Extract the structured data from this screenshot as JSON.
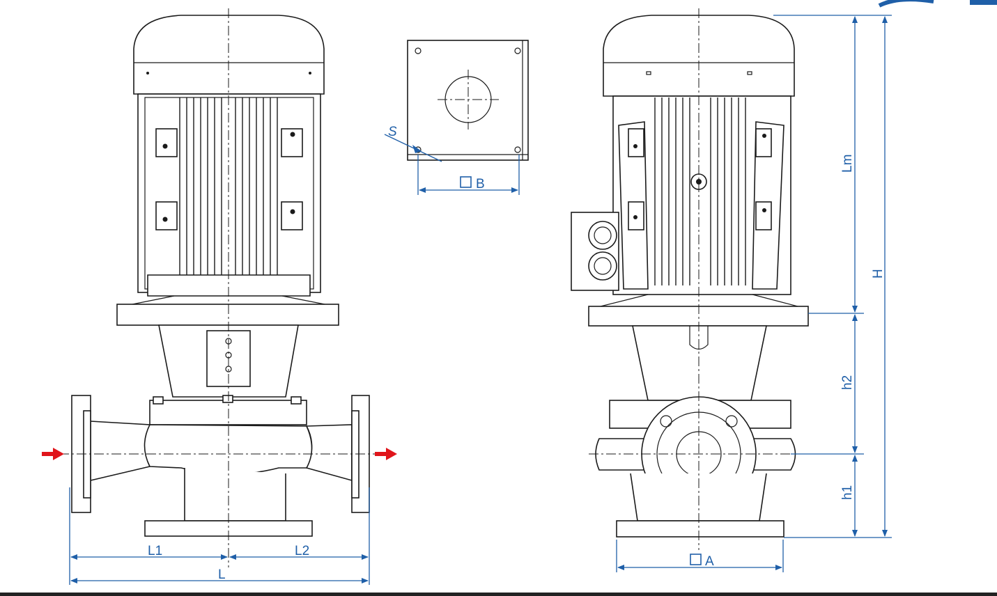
{
  "dimensions": {
    "L1": "L1",
    "L2": "L2",
    "L": "L",
    "A": "A",
    "B": "B",
    "S": "S",
    "Lm": "Lm",
    "H": "H",
    "h1": "h1",
    "h2": "h2"
  },
  "colors": {
    "dimension_blue": "#1f5fa8",
    "flow_arrow_red": "#e0151b",
    "outline": "#1a1a1a"
  },
  "icons": [
    "square-symbol-icon",
    "flow-arrow-icon"
  ]
}
